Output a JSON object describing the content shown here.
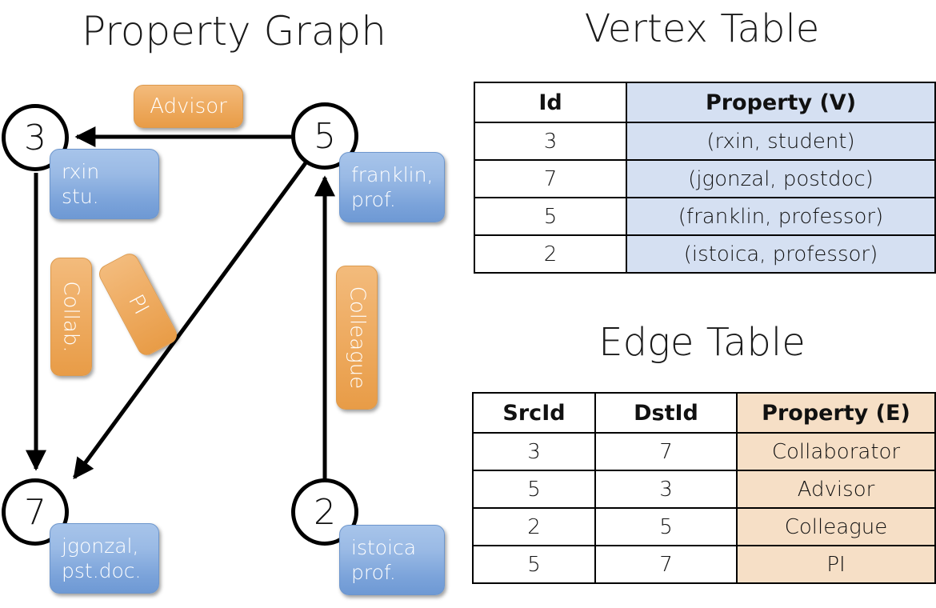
{
  "titles": {
    "property_graph": "Property Graph",
    "vertex_table": "Vertex Table",
    "edge_table": "Edge Table"
  },
  "colors": {
    "vertex_property_fill": "#d5e0f2",
    "edge_property_fill": "#f6dfc6",
    "vertex_box_blue": "#7ba3da",
    "edge_label_orange": "#efae66",
    "stroke": "#000000",
    "background": "#ffffff"
  },
  "graph": {
    "nodes": [
      {
        "id": "3",
        "prop_line1": "rxin",
        "prop_line2": "stu."
      },
      {
        "id": "5",
        "prop_line1": "franklin,",
        "prop_line2": "prof."
      },
      {
        "id": "7",
        "prop_line1": "jgonzal,",
        "prop_line2": "pst.doc."
      },
      {
        "id": "2",
        "prop_line1": "istoica",
        "prop_line2": "prof."
      }
    ],
    "edge_labels": [
      {
        "text": "Advisor",
        "orientation": "horizontal"
      },
      {
        "text": "Collab.",
        "orientation": "vertical"
      },
      {
        "text": "PI",
        "orientation": "vertical-tilted"
      },
      {
        "text": "Colleague",
        "orientation": "vertical"
      }
    ],
    "edges": [
      {
        "from": "5",
        "to": "3",
        "label": "Advisor"
      },
      {
        "from": "3",
        "to": "7",
        "label": "Collab."
      },
      {
        "from": "5",
        "to": "7",
        "label": "PI"
      },
      {
        "from": "2",
        "to": "5",
        "label": "Colleague"
      }
    ]
  },
  "vertex_table": {
    "headers": [
      "Id",
      "Property (V)"
    ],
    "rows": [
      {
        "id": "3",
        "property": "(rxin, student)"
      },
      {
        "id": "7",
        "property": "(jgonzal, postdoc)"
      },
      {
        "id": "5",
        "property": "(franklin, professor)"
      },
      {
        "id": "2",
        "property": "(istoica, professor)"
      }
    ]
  },
  "edge_table": {
    "headers": [
      "SrcId",
      "DstId",
      "Property (E)"
    ],
    "rows": [
      {
        "src": "3",
        "dst": "7",
        "property": "Collaborator"
      },
      {
        "src": "5",
        "dst": "3",
        "property": "Advisor"
      },
      {
        "src": "2",
        "dst": "5",
        "property": "Colleague"
      },
      {
        "src": "5",
        "dst": "7",
        "property": "PI"
      }
    ]
  }
}
